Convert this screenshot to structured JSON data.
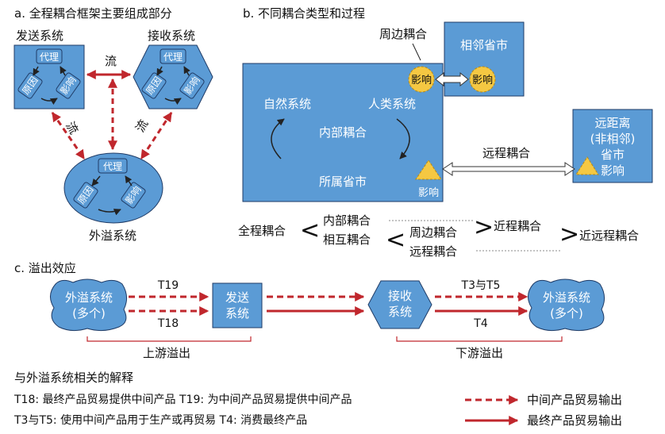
{
  "panel_a": {
    "title": "a. 全程耦合框架主要组成部分",
    "sending_system": "发送系统",
    "receiving_system": "接收系统",
    "spillover_system": "外溢系统",
    "flow_label": "流",
    "agent": "代理",
    "cause": "原因",
    "effect": "影响"
  },
  "panel_b": {
    "title": "b. 不同耦合类型和过程",
    "peripheral_coupling": "周边耦合",
    "adjacent_city": "相邻省市",
    "effect": "影响",
    "natural_system": "自然系统",
    "human_system": "人类系统",
    "internal_coupling": "内部耦合",
    "home_city": "所属省市",
    "remote_coupling": "远程耦合",
    "remote_city_line1": "远距离",
    "remote_city_line2": "(非相邻)",
    "remote_city_line3": "省市",
    "remote_city_effect": "影响",
    "legend_full": "全程耦合",
    "legend_internal": "内部耦合",
    "legend_inter": "相互耦合",
    "legend_peripheral": "周边耦合",
    "legend_remote": "远程耦合",
    "legend_near": "近程耦合",
    "legend_nearremote": "近远程耦合",
    "lt": "<",
    "gt": ">"
  },
  "panel_c": {
    "title": "c. 溢出效应",
    "spill_left_line1": "外溢系统",
    "spill_left_line2": "(多个)",
    "send_line1": "发送",
    "send_line2": "系统",
    "recv_line1": "接收",
    "recv_line2": "系统",
    "spill_right_line1": "外溢系统",
    "spill_right_line2": "(多个)",
    "t19": "T19",
    "t18": "T18",
    "t3t5": "T3与T5",
    "t4": "T4",
    "upstream": "上游溢出",
    "downstream": "下游溢出"
  },
  "notes": {
    "heading": "与外溢系统相关的解释",
    "line1": "T18: 最终产品贸易提供中间产品   T19: 为中间产品贸易提供中间产品",
    "line2": "T3与T5: 使用中间产品用于生产或再贸易   T4: 消费最终产品",
    "legend_dashed": "中间产品贸易输出",
    "legend_solid": "最终产品贸易输出"
  },
  "colors": {
    "box_blue": "#5b9bd5",
    "arrow_red": "#c0272d",
    "effect_yellow": "#f5c842"
  }
}
